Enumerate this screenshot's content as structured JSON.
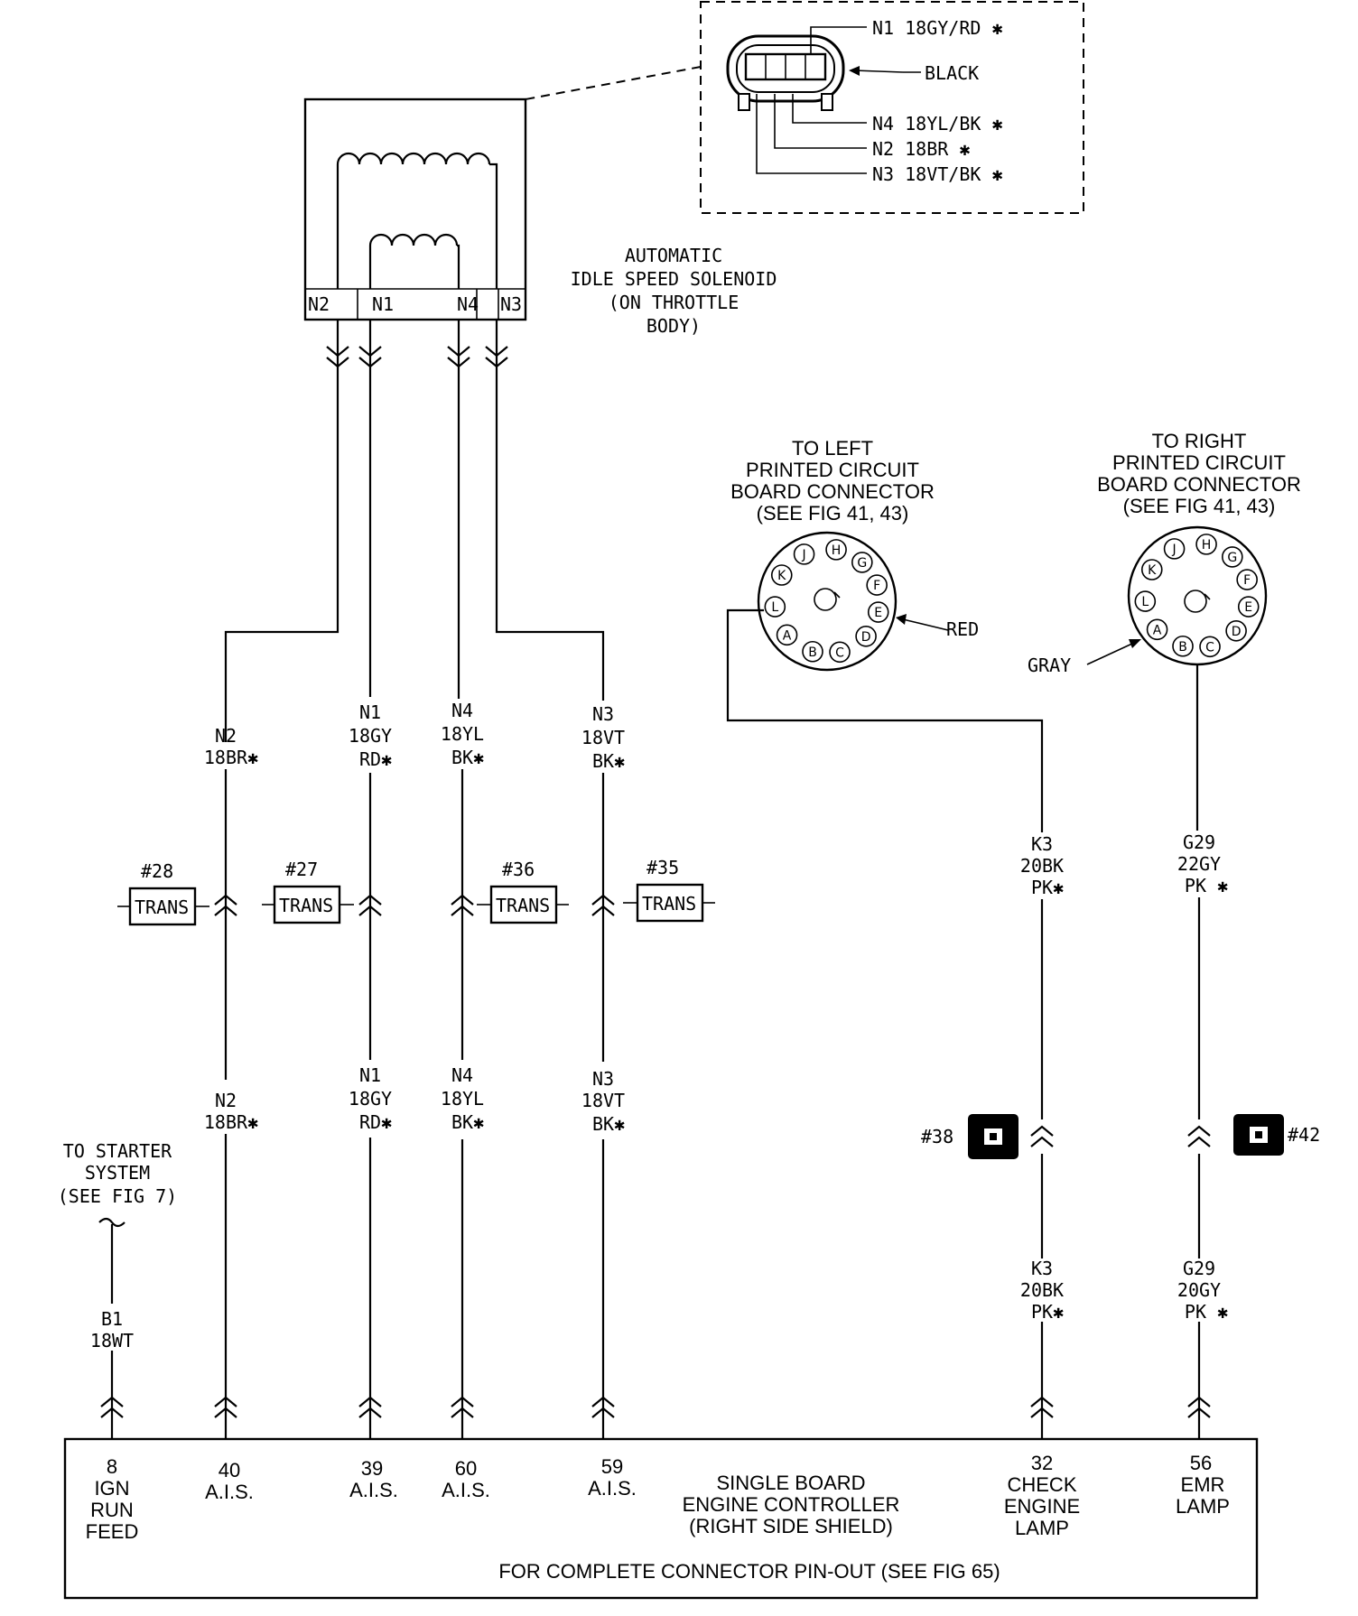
{
  "solenoid": {
    "title": [
      "AUTOMATIC",
      "IDLE SPEED SOLENOID",
      "(ON THROTTLE",
      "BODY)"
    ],
    "terminals": [
      "N2",
      "N1",
      "N4",
      "N3"
    ]
  },
  "solenoid_connector": {
    "color": "BLACK",
    "callouts": [
      "N1  18GY/RD ✱",
      "N4  18YL/BK ✱",
      "N2  18BR ✱",
      "N3  18VT/BK ✱"
    ]
  },
  "left_pcb": {
    "title": [
      "TO LEFT",
      "PRINTED CIRCUIT",
      "BOARD CONNECTOR",
      "(SEE FIG 41, 43)"
    ],
    "color": "RED",
    "pins": [
      "H",
      "G",
      "F",
      "E",
      "D",
      "C",
      "B",
      "A",
      "L",
      "K",
      "J"
    ]
  },
  "right_pcb": {
    "title": [
      "TO RIGHT",
      "PRINTED CIRCUIT",
      "BOARD CONNECTOR",
      "(SEE FIG 41, 43)"
    ],
    "color": "GRAY",
    "pins": [
      "H",
      "G",
      "F",
      "E",
      "D",
      "C",
      "B",
      "A",
      "L",
      "K",
      "J"
    ]
  },
  "starter": {
    "title": [
      "TO STARTER",
      "SYSTEM",
      "(SEE FIG 7)"
    ]
  },
  "wires": {
    "n2_upper": [
      "N2",
      "18BR✱"
    ],
    "n1_upper": [
      "N1",
      "18GY",
      "RD✱"
    ],
    "n4_upper": [
      "N4",
      "18YL",
      "BK✱"
    ],
    "n3_upper": [
      "N3",
      "18VT",
      "BK✱"
    ],
    "n2_lower": [
      "N2",
      "18BR✱"
    ],
    "n1_lower": [
      "N1",
      "18GY",
      "RD✱"
    ],
    "n4_lower": [
      "N4",
      "18YL",
      "BK✱"
    ],
    "n3_lower": [
      "N3",
      "18VT",
      "BK✱"
    ],
    "k3_upper": [
      "K3",
      "20BK",
      "PK✱"
    ],
    "g29_upper": [
      "G29",
      "22GY",
      "PK ✱"
    ],
    "k3_lower": [
      "K3",
      "20BK",
      "PK✱"
    ],
    "g29_lower": [
      "G29",
      "20GY",
      "PK ✱"
    ],
    "b1": [
      "B1",
      "18WT"
    ]
  },
  "trans_connectors": [
    {
      "ref": "#28",
      "label": "TRANS"
    },
    {
      "ref": "#27",
      "label": "TRANS"
    },
    {
      "ref": "#36",
      "label": "TRANS"
    },
    {
      "ref": "#35",
      "label": "TRANS"
    }
  ],
  "inline_connectors": [
    {
      "ref": "#38"
    },
    {
      "ref": "#42"
    }
  ],
  "controller": {
    "title": [
      "SINGLE BOARD",
      "ENGINE CONTROLLER",
      "(RIGHT SIDE SHIELD)"
    ],
    "footer": "FOR COMPLETE CONNECTOR PIN-OUT (SEE FIG 65)",
    "pins": [
      {
        "num": "8",
        "desc": [
          "IGN",
          "RUN",
          "FEED"
        ]
      },
      {
        "num": "40",
        "desc": [
          "A.I.S."
        ]
      },
      {
        "num": "39",
        "desc": [
          "A.I.S."
        ]
      },
      {
        "num": "60",
        "desc": [
          "A.I.S."
        ]
      },
      {
        "num": "59",
        "desc": [
          "A.I.S."
        ]
      },
      {
        "num": "32",
        "desc": [
          "CHECK",
          "ENGINE",
          "LAMP"
        ]
      },
      {
        "num": "56",
        "desc": [
          "EMR",
          "LAMP"
        ]
      }
    ]
  }
}
